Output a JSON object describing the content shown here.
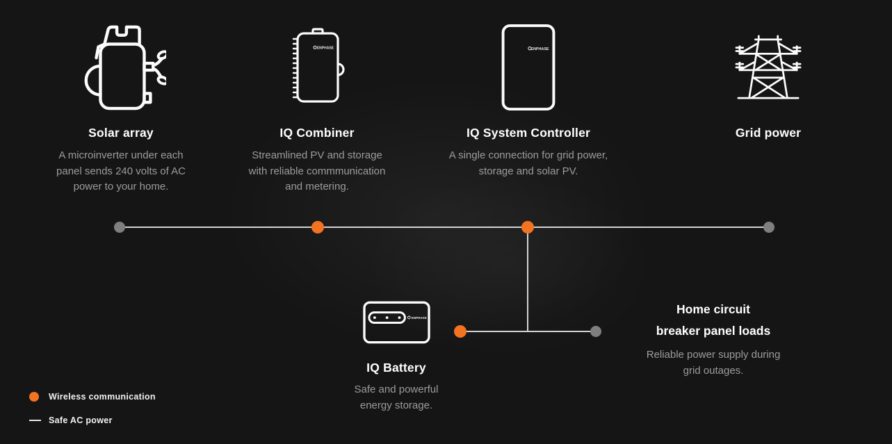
{
  "colors": {
    "background": "#151515",
    "accent_orange": "#F37321",
    "wire": "#D4D4D4",
    "dot_gray": "#7F7F7F",
    "title_text": "#FFFFFF",
    "body_text": "#9C9C9C"
  },
  "device_logo": "ENPHASE",
  "components": {
    "solar_array": {
      "title": "Solar array",
      "desc_lines": [
        "A microinverter under each",
        "panel sends 240 volts of AC",
        "power to your home."
      ]
    },
    "iq_combiner": {
      "title": "IQ Combiner",
      "desc_lines": [
        "Streamlined PV and storage",
        "with reliable commmunication",
        "and metering."
      ]
    },
    "iq_system_controller": {
      "title": "IQ System Controller",
      "desc_lines": [
        "A single connection for grid power,",
        "storage and solar PV."
      ]
    },
    "grid_power": {
      "title": "Grid power"
    },
    "iq_battery": {
      "title": "IQ Battery",
      "desc_lines": [
        "Safe and powerful",
        "energy storage."
      ]
    },
    "home_circuit_breaker": {
      "title_lines": [
        "Home circuit",
        "breaker panel loads"
      ],
      "desc_lines": [
        "Reliable power supply during",
        "grid outages."
      ]
    }
  },
  "legend": {
    "items": [
      {
        "label": "Wireless communication",
        "marker": "wireless-dot"
      },
      {
        "label": "Safe AC power",
        "marker": "ac-power-line"
      }
    ]
  }
}
